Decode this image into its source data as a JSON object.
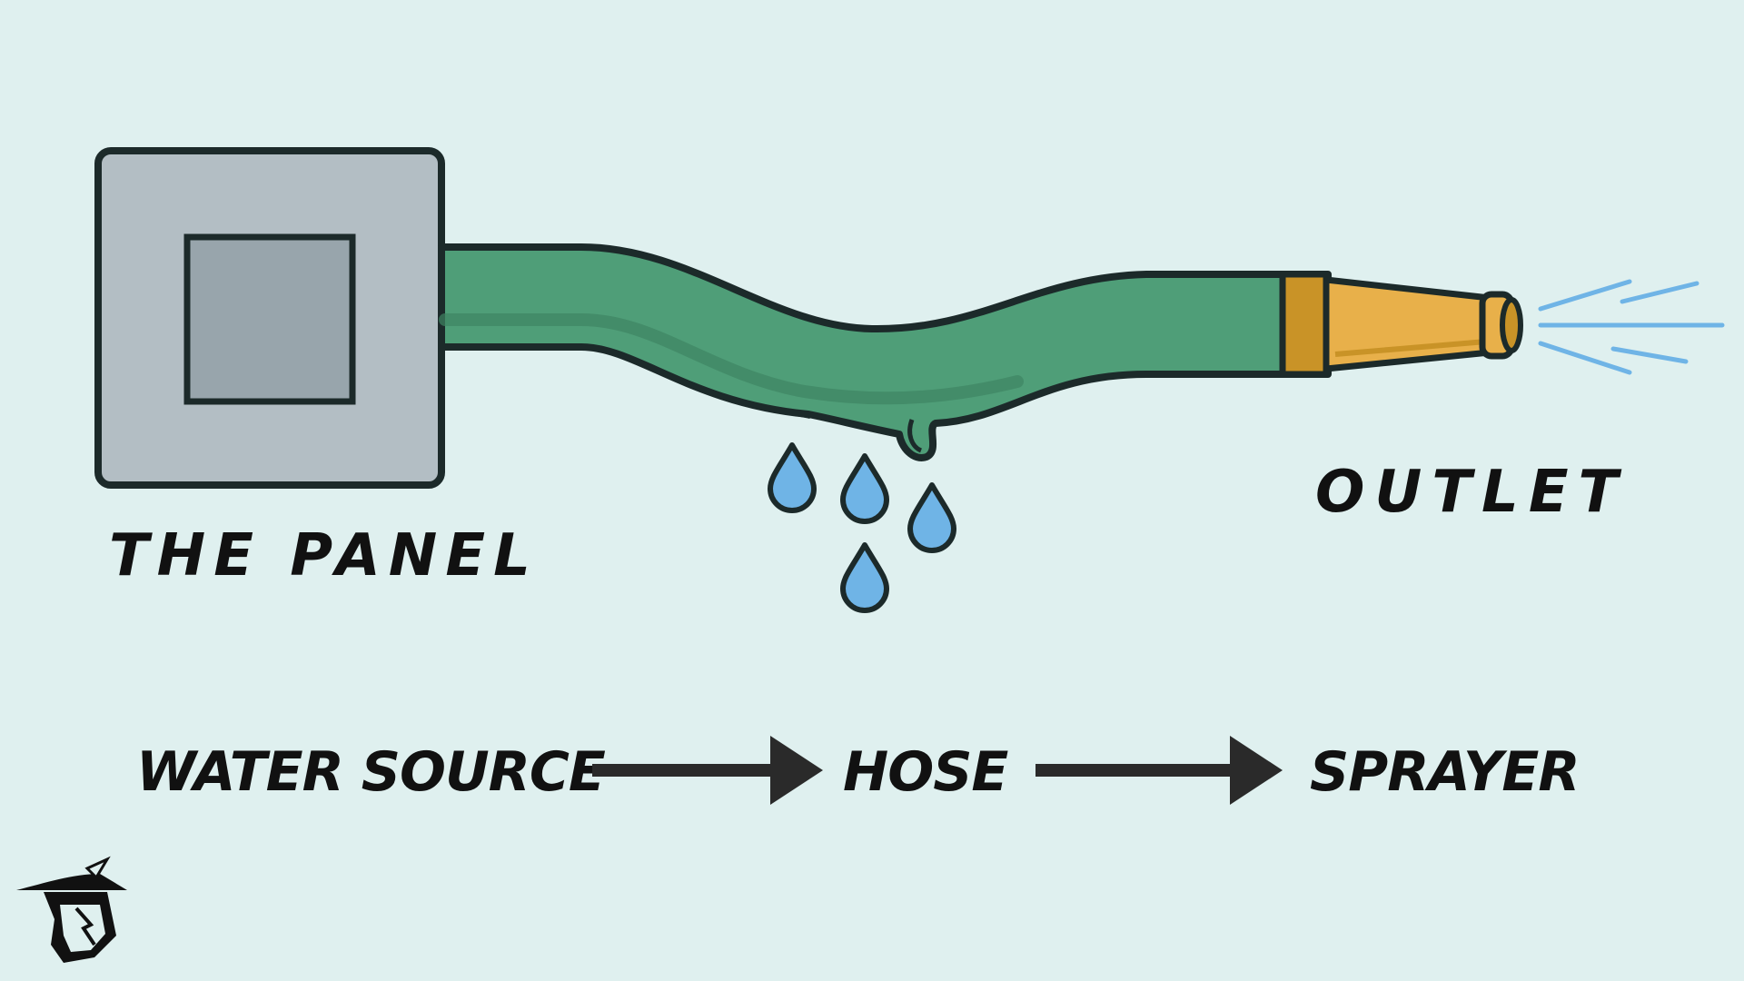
{
  "diagram": {
    "labels": {
      "panel": "THE PANEL",
      "outlet": "OUTLET"
    },
    "flow": {
      "steps": [
        "WATER SOURCE",
        "HOSE",
        "SPRAYER"
      ]
    },
    "colors": {
      "background": "#dff0ef",
      "panel_outer": "#b3bec4",
      "panel_inner": "#98a5ac",
      "hose": "#4f9e78",
      "hose_shadow": "#3e8462",
      "nozzle": "#e8b04a",
      "nozzle_band": "#c99327",
      "water": "#6fb4e6",
      "outline": "#1c2a2a",
      "text": "#111111"
    },
    "icons": {
      "logo": "lineman-logo-icon",
      "drops": "water-drop-icon",
      "spray": "water-spray-icon"
    }
  }
}
